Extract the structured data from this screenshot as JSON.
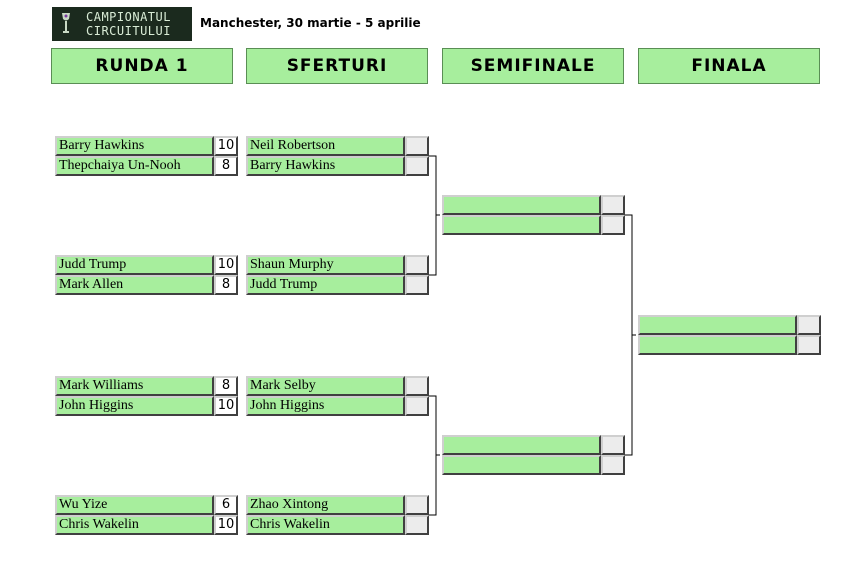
{
  "header": {
    "logo_line1": "CAMPIONATUL",
    "logo_line2": "CIRCUITULUI",
    "subtitle": "Manchester,  30 martie - 5 aprilie"
  },
  "rounds": [
    "RUNDA 1",
    "SFERTURI",
    "SEMIFINALE",
    "FINALA"
  ],
  "round1": [
    {
      "p1": {
        "name": "Barry Hawkins",
        "score": "10"
      },
      "p2": {
        "name": "Thepchaiya Un-Nooh",
        "score": "8"
      }
    },
    {
      "p1": {
        "name": "Judd Trump",
        "score": "10"
      },
      "p2": {
        "name": "Mark Allen",
        "score": "8"
      }
    },
    {
      "p1": {
        "name": "Mark Williams",
        "score": "8"
      },
      "p2": {
        "name": "John Higgins",
        "score": "10"
      }
    },
    {
      "p1": {
        "name": "Wu Yize",
        "score": "6"
      },
      "p2": {
        "name": "Chris Wakelin",
        "score": "10"
      }
    }
  ],
  "quarterfinals": [
    {
      "p1": {
        "name": "Neil Robertson",
        "score": ""
      },
      "p2": {
        "name": "Barry Hawkins",
        "score": ""
      }
    },
    {
      "p1": {
        "name": "Shaun Murphy",
        "score": ""
      },
      "p2": {
        "name": "Judd Trump",
        "score": ""
      }
    },
    {
      "p1": {
        "name": "Mark Selby",
        "score": ""
      },
      "p2": {
        "name": "John Higgins",
        "score": ""
      }
    },
    {
      "p1": {
        "name": "Zhao Xintong",
        "score": ""
      },
      "p2": {
        "name": "Chris Wakelin",
        "score": ""
      }
    }
  ],
  "semifinals": [
    {
      "p1": {
        "name": "",
        "score": ""
      },
      "p2": {
        "name": "",
        "score": ""
      }
    },
    {
      "p1": {
        "name": "",
        "score": ""
      },
      "p2": {
        "name": "",
        "score": ""
      }
    }
  ],
  "final": [
    {
      "p1": {
        "name": "",
        "score": ""
      },
      "p2": {
        "name": "",
        "score": ""
      }
    }
  ],
  "colors": {
    "slot_green": "#a7ee9d",
    "score_grey": "#ececec",
    "logo_bg": "#1b2a1e"
  }
}
